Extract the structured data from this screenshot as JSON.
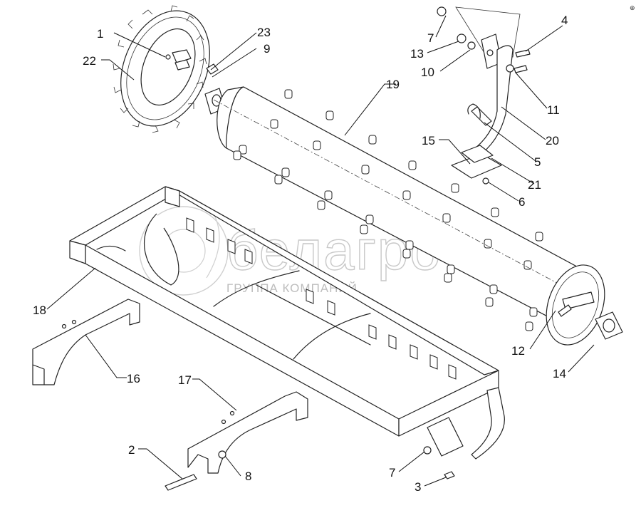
{
  "watermark": {
    "brand": "белагро",
    "subtitle": "ГРУППА КОМПАНИЙ"
  },
  "corner_mark": "⊕",
  "callouts": {
    "c1": "1",
    "c2": "2",
    "c3": "3",
    "c4": "4",
    "c5": "5",
    "c6": "6",
    "c7a": "7",
    "c7b": "7",
    "c8": "8",
    "c9": "9",
    "c10": "10",
    "c11": "11",
    "c12": "12",
    "c13": "13",
    "c14": "14",
    "c15": "15",
    "c16": "16",
    "c17": "17",
    "c18": "18",
    "c19": "19",
    "c20": "20",
    "c21": "21",
    "c22": "22",
    "c23": "23"
  }
}
